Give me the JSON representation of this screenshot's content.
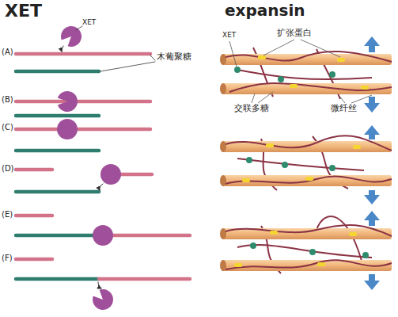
{
  "diagram": {
    "labels": [
      "XET",
      "expansin",
      "XET",
      "(A)",
      "木葡聚糖",
      "(B)",
      "(C)",
      "(D)",
      "(E)",
      "(F)",
      "XET",
      "扩张蛋白",
      "交联多糖",
      "微纤丝"
    ]
  }
}
